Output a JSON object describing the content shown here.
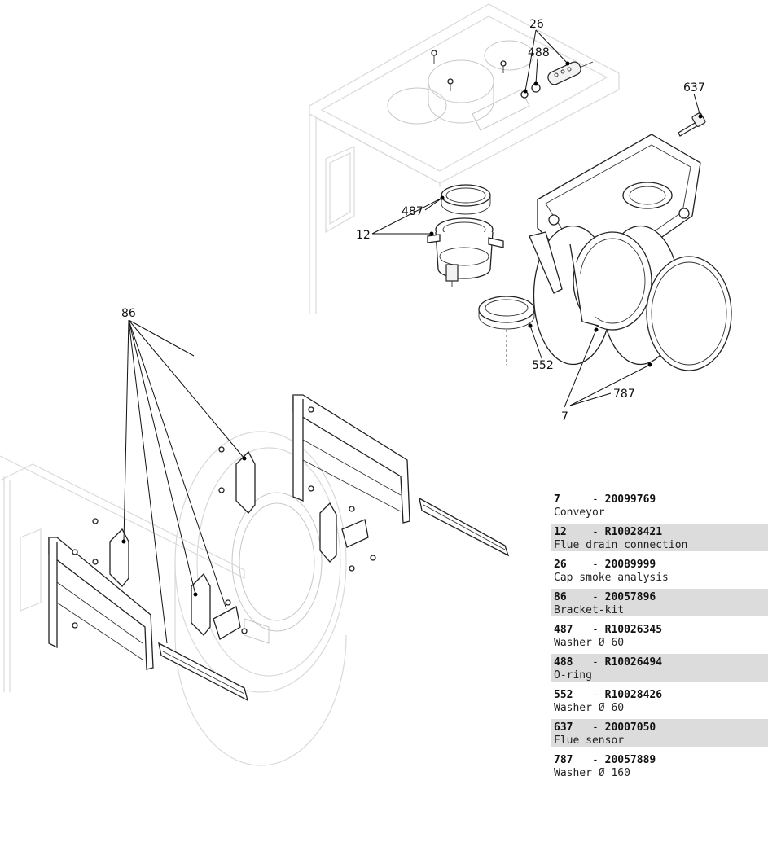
{
  "callouts": {
    "c26": "26",
    "c488": "488",
    "c637": "637",
    "c487": "487",
    "c12": "12",
    "c86": "86",
    "c552": "552",
    "c787": "787",
    "c7": "7"
  },
  "legend": [
    {
      "num": "7",
      "code": "20099769",
      "desc": "Conveyor",
      "shaded": false
    },
    {
      "num": "12",
      "code": "R10028421",
      "desc": "Flue drain connection",
      "shaded": true
    },
    {
      "num": "26",
      "code": "20089999",
      "desc": "Cap smoke analysis",
      "shaded": false
    },
    {
      "num": "86",
      "code": "20057896",
      "desc": "Bracket-kit",
      "shaded": true
    },
    {
      "num": "487",
      "code": "R10026345",
      "desc": "Washer Ø 60",
      "shaded": false
    },
    {
      "num": "488",
      "code": "R10026494",
      "desc": "O-ring",
      "shaded": true
    },
    {
      "num": "552",
      "code": "R10028426",
      "desc": "Washer Ø 60",
      "shaded": false
    },
    {
      "num": "637",
      "code": "20007050",
      "desc": "Flue sensor",
      "shaded": true
    },
    {
      "num": "787",
      "code": "20057889",
      "desc": "Washer Ø 160",
      "shaded": false
    }
  ]
}
